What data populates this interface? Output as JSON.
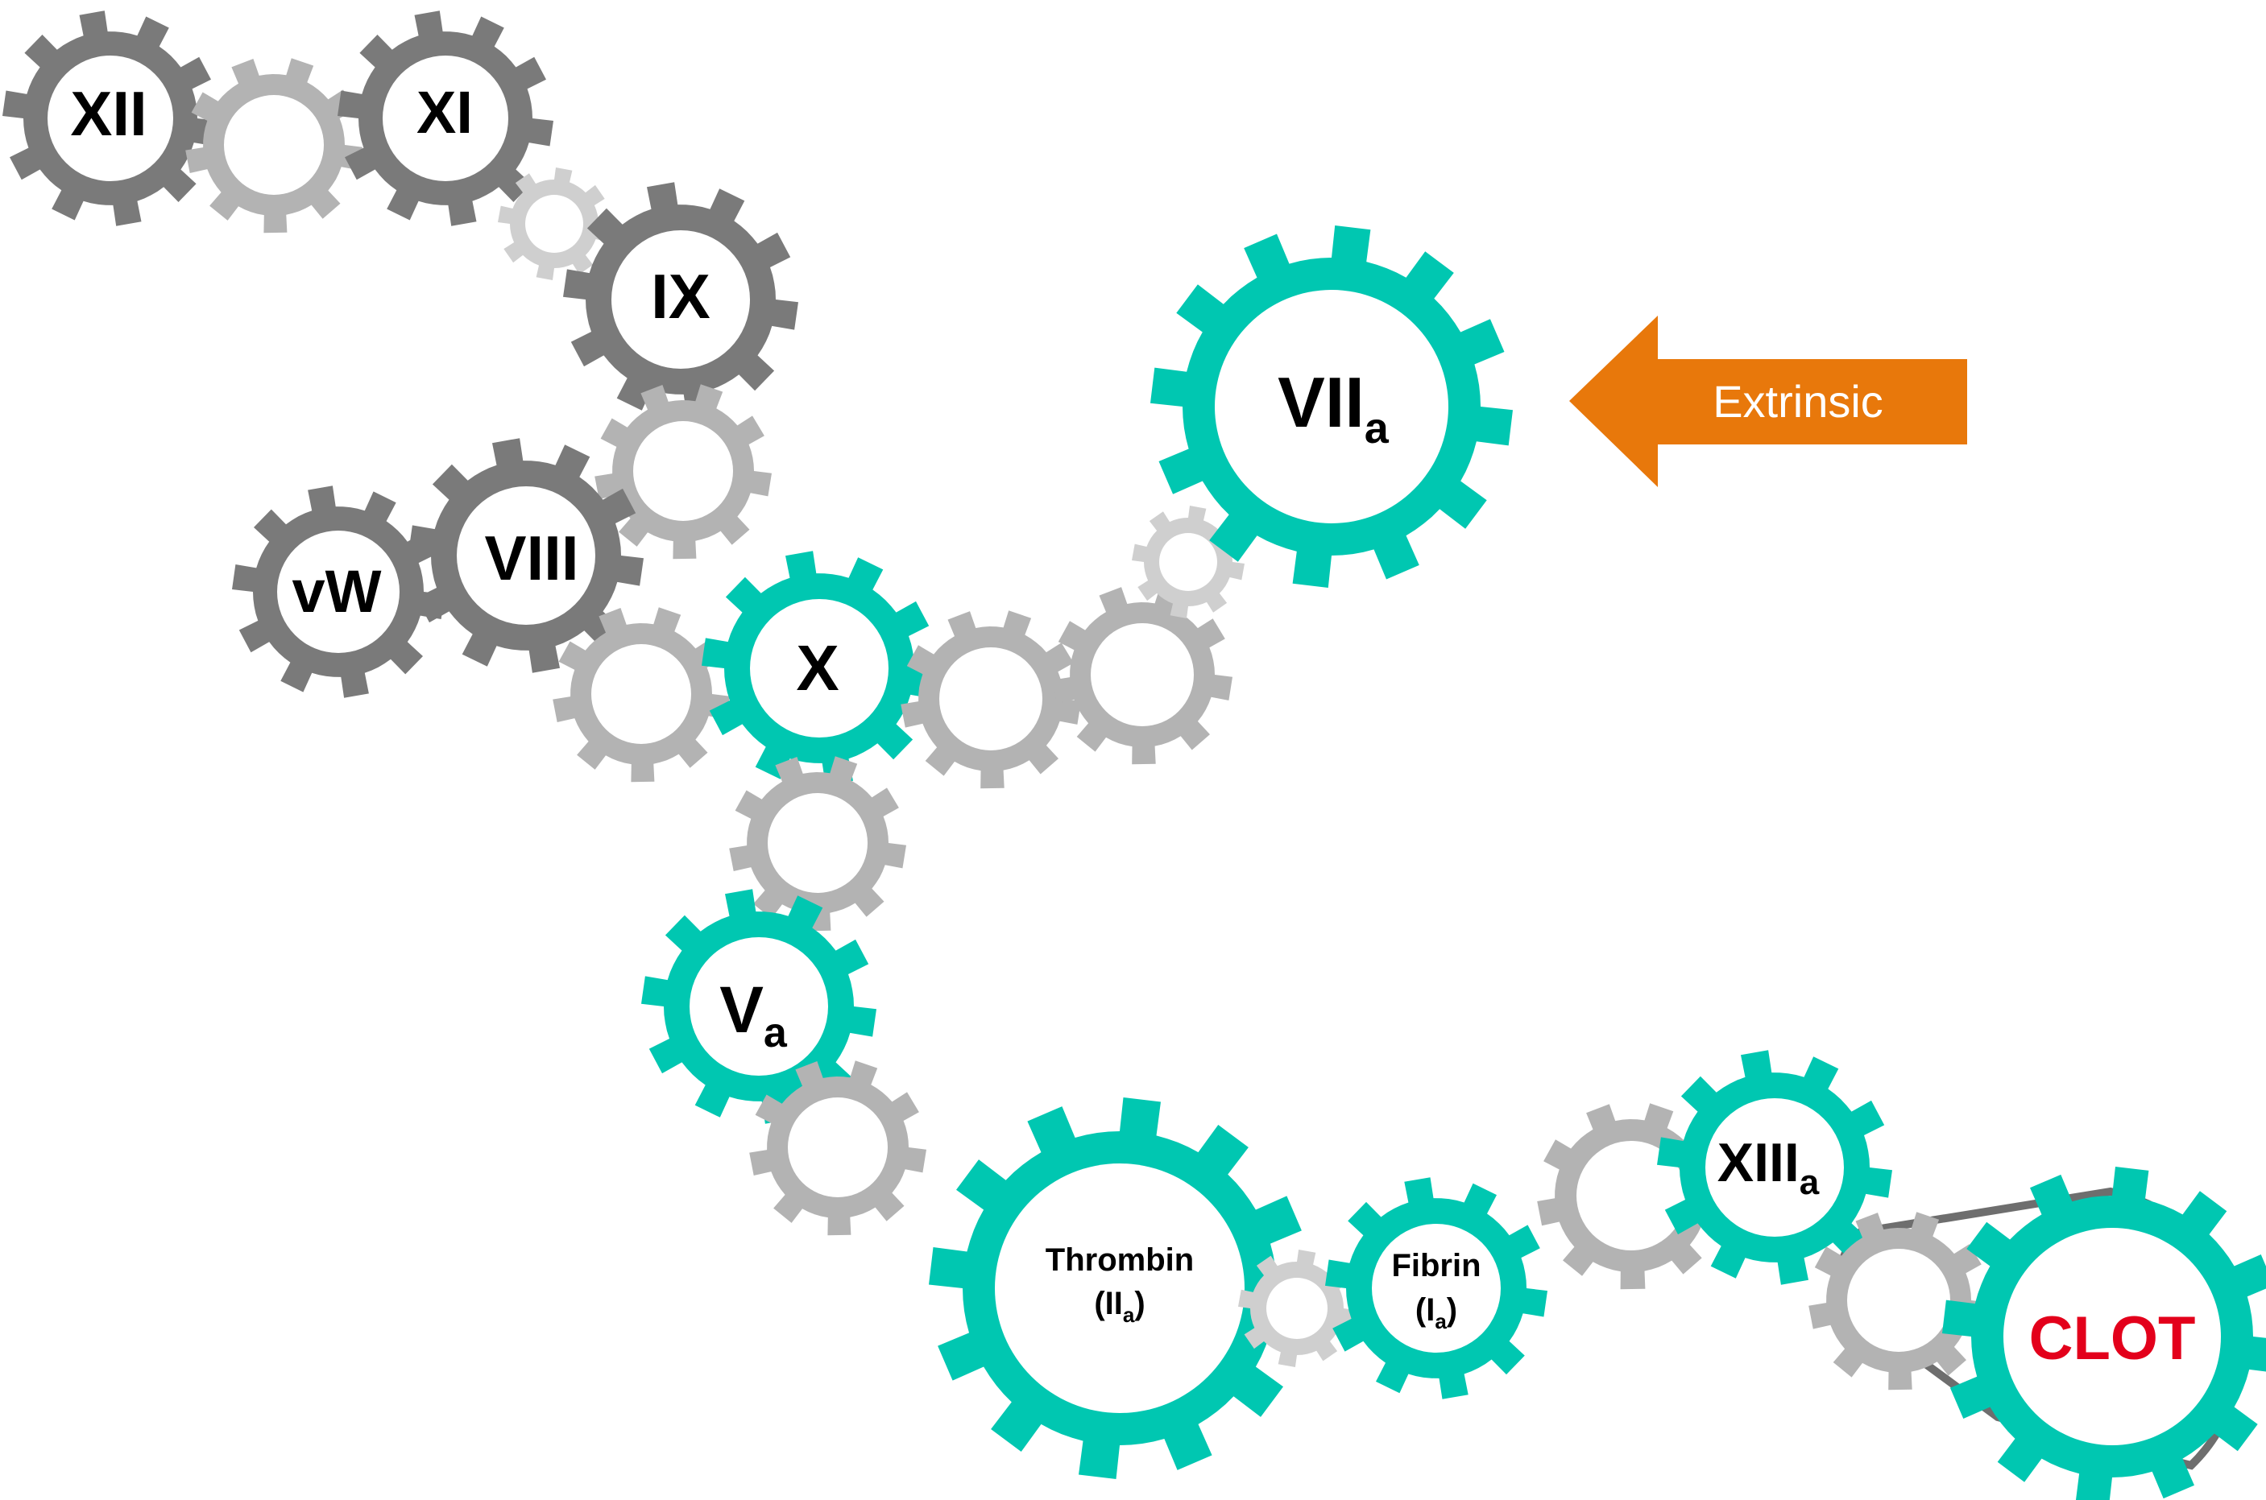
{
  "colors": {
    "teal": "#00c7b1",
    "dark_gray": "#7a7a7a",
    "light_gray": "#b3b3b3",
    "lighter_gray": "#cfcfcf",
    "orange": "#e8780b",
    "clot_red": "#e3001b",
    "belt": "#6e6e6e"
  },
  "labels": {
    "xii": "XII",
    "xi": "XI",
    "ix": "IX",
    "viii": "VIII",
    "vw": "vW",
    "x": "X",
    "va_main": "V",
    "va_sub": "a",
    "viia_main": "VII",
    "viia_sub": "a",
    "xiiia_main": "XIII",
    "xiiia_sub": "a",
    "thrombin_line1": "Thrombin",
    "thrombin_line2_main": "(II",
    "thrombin_line2_sub": "a",
    "thrombin_line2_close": ")",
    "fibrin_line1": "Fibrin",
    "fibrin_line2_main": "(I",
    "fibrin_line2_sub": "a",
    "fibrin_line2_close": ")",
    "clot": "CLOT"
  },
  "arrow": {
    "label": "Extrinsic"
  }
}
